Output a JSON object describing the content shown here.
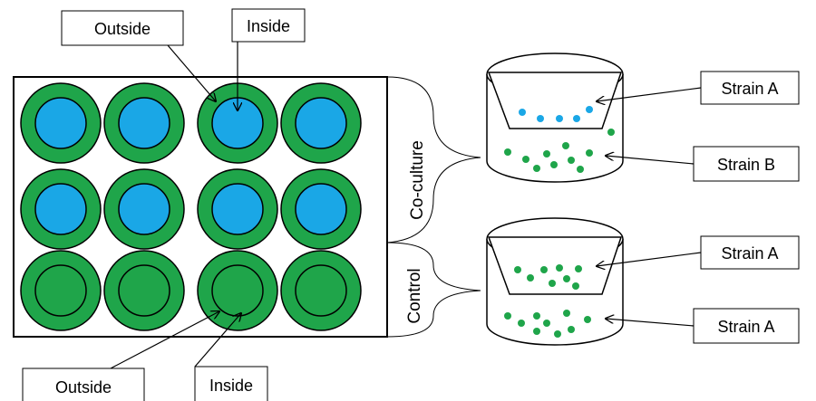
{
  "labels": {
    "outside_top": "Outside",
    "inside_top": "Inside",
    "outside_bottom": "Outside",
    "inside_bottom": "Inside",
    "coculture": "Co-culture",
    "control": "Control",
    "strain_a_1": "Strain A",
    "strain_b": "Strain B",
    "strain_a_2": "Strain A",
    "strain_a_3": "Strain A"
  },
  "plate": {
    "rows": [
      {
        "group": "Co-culture",
        "inner_color": "#1aa7e6"
      },
      {
        "group": "Co-culture",
        "inner_color": "#1aa7e6"
      },
      {
        "group": "Control",
        "inner_color": "#1fa54a"
      }
    ],
    "columns": 4,
    "outer_color": "#1fa54a"
  },
  "colors": {
    "green": "#1fa54a",
    "blue": "#1aa7e6"
  }
}
